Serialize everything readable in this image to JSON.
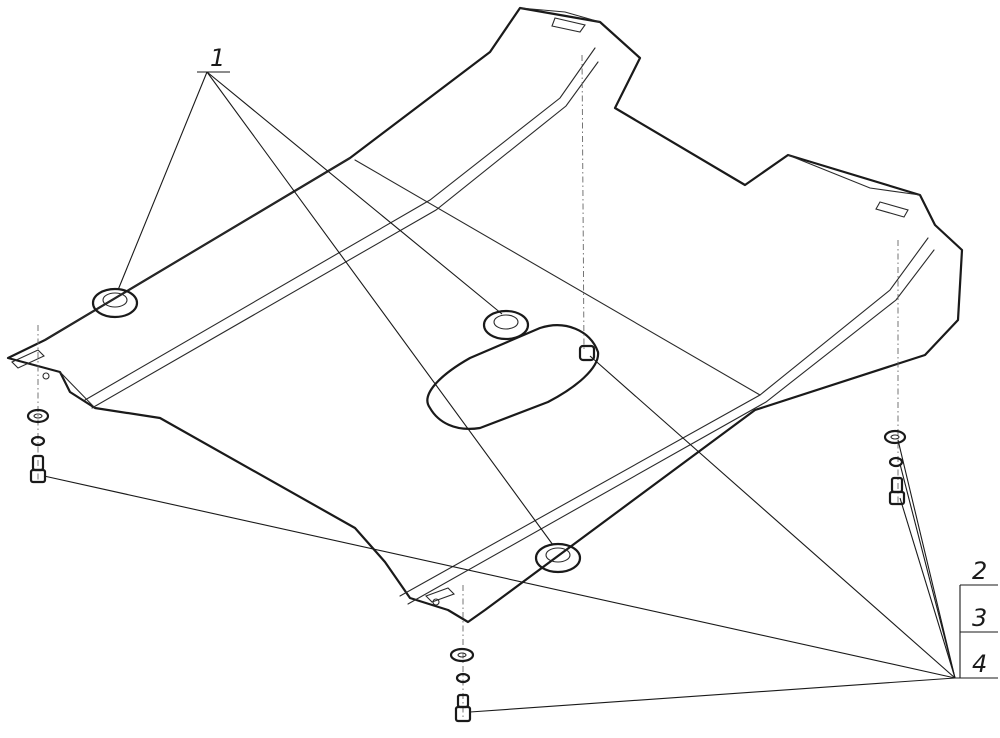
{
  "callouts": {
    "ref_1": "1",
    "ref_2": "2",
    "ref_3": "3",
    "ref_4": "4"
  },
  "colors": {
    "line": "#1a1a1a",
    "background": "#ffffff"
  }
}
